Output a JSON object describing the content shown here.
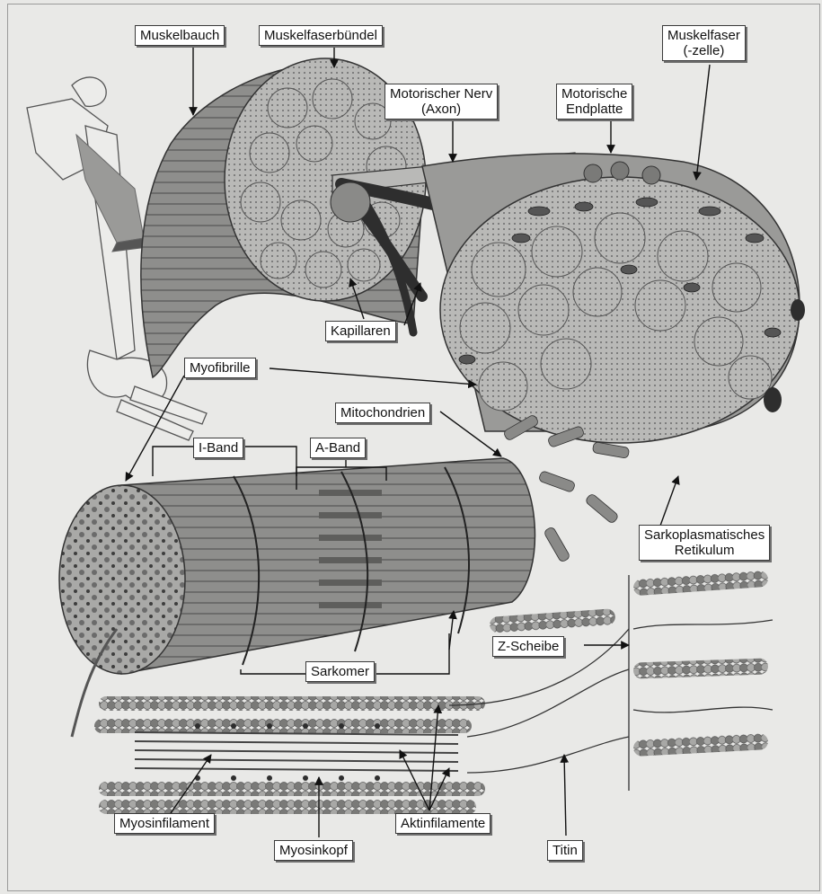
{
  "colors": {
    "background": "#e9e9e7",
    "tissue": "#8c8c8c",
    "dark": "#2e2e2e",
    "label_fill": "#ffffff",
    "line": "#222222"
  },
  "labels": {
    "muskelbauch": "Muskelbauch",
    "muskelfaserbuendel": "Muskelfaserbündel",
    "muskelfaser_line1": "Muskelfaser",
    "muskelfaser_line2": "(-zelle)",
    "motorischer_nerv_line1": "Motorischer Nerv",
    "motorischer_nerv_line2": "(Axon)",
    "motorische_endplatte_line1": "Motorische",
    "motorische_endplatte_line2": "Endplatte",
    "kapillaren": "Kapillaren",
    "myofibrille": "Myofibrille",
    "mitochondrien": "Mitochondrien",
    "i_band": "I-Band",
    "a_band": "A-Band",
    "sarkoplasmatisches_line1": "Sarkoplasmatisches",
    "sarkoplasmatisches_line2": "Retikulum",
    "z_scheibe": "Z-Scheibe",
    "sarkomer": "Sarkomer",
    "myosinfilament": "Myosinfilament",
    "myosinkopf": "Myosinkopf",
    "aktinfilamente": "Aktinfilamente",
    "titin": "Titin"
  }
}
